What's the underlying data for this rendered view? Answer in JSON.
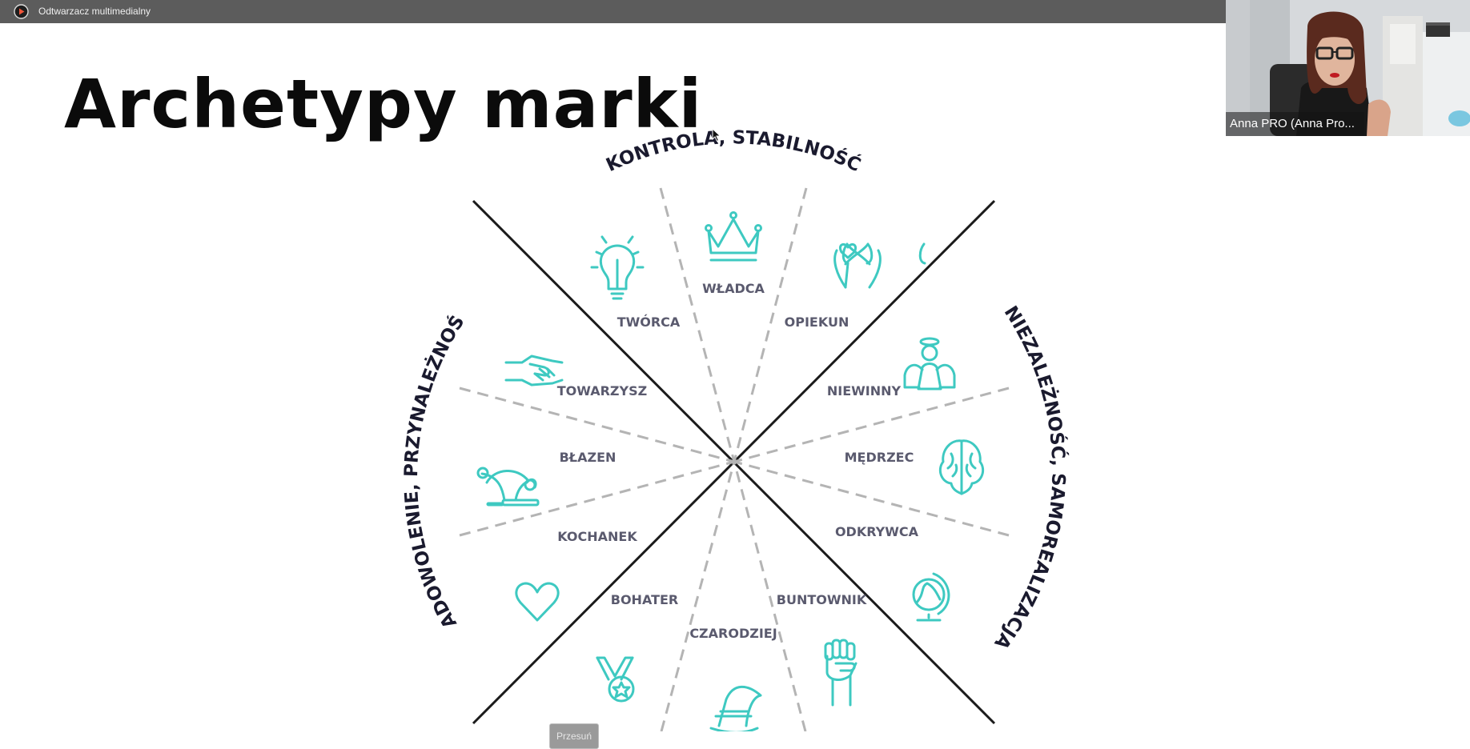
{
  "window": {
    "title": "Odtwarzacz multimedialny",
    "app_icon": "play-icon",
    "controls": {
      "minimize": "minimize-icon",
      "restore": "restore-icon"
    }
  },
  "slide": {
    "title": "Archetypy marki",
    "groups": {
      "top": "KONTROLA, STABILNOŚĆ",
      "left": "ZADOWOLENIE, PRZYNALEŻNOŚĆ",
      "right": "NIEZALEŻNOŚĆ, SAMOREALIZACJA"
    },
    "archetypes": [
      {
        "label": "WŁADCA",
        "icon": "crown-icon"
      },
      {
        "label": "OPIEKUN",
        "icon": "caring-hands-icon"
      },
      {
        "label": "NIEWINNY",
        "icon": "angel-icon"
      },
      {
        "label": "MĘDRZEC",
        "icon": "brain-icon"
      },
      {
        "label": "ODKRYWCA",
        "icon": "globe-icon"
      },
      {
        "label": "BUNTOWNIK",
        "icon": "fist-icon"
      },
      {
        "label": "CZARODZIEJ",
        "icon": "wizard-hat-icon"
      },
      {
        "label": "BOHATER",
        "icon": "medal-icon"
      },
      {
        "label": "KOCHANEK",
        "icon": "heart-icon"
      },
      {
        "label": "BŁAZEN",
        "icon": "jester-hat-icon"
      },
      {
        "label": "TOWARZYSZ",
        "icon": "handshake-icon"
      },
      {
        "label": "TWÓRCA",
        "icon": "lightbulb-icon"
      }
    ],
    "colors": {
      "icon": "#3ec9c1",
      "label": "#5a5a6e",
      "group": "#1a1a2e"
    }
  },
  "webcam": {
    "participant": "Anna PRO (Anna Pro..."
  },
  "move_button": {
    "label": "Przesuń"
  }
}
